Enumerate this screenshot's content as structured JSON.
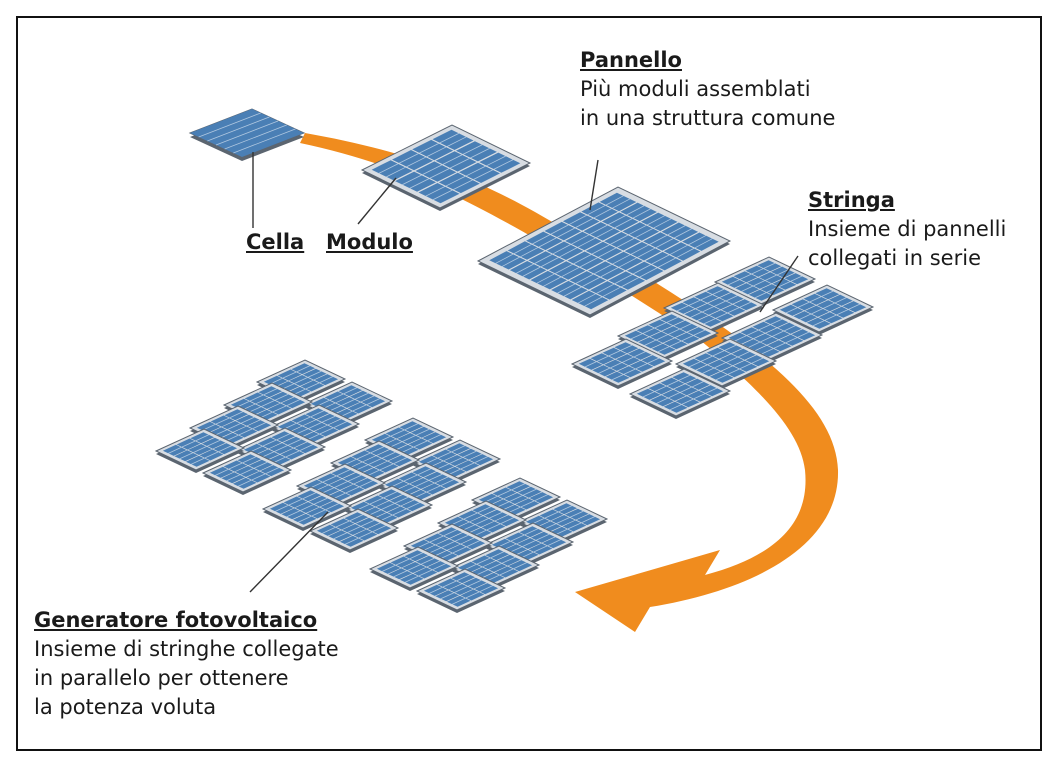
{
  "colors": {
    "arrow": "#f08c1e",
    "panel_fill": "#4a7fb5",
    "panel_frame": "#d8dde3",
    "panel_edge": "#5b6570",
    "cell_line": "#dce7f3",
    "leader_line": "#333333"
  },
  "labels": {
    "cella": {
      "title": "Cella"
    },
    "modulo": {
      "title": "Modulo"
    },
    "pannello": {
      "title": "Pannello",
      "lines": [
        "Più moduli assemblati",
        "in una struttura comune"
      ]
    },
    "stringa": {
      "title": "Stringa",
      "lines": [
        "Insieme di pannelli",
        "collegati in serie"
      ]
    },
    "generatore": {
      "title": "Generatore fotovoltaico",
      "lines": [
        "Insieme di stringhe collegate",
        "in parallelo per ottenere",
        "la potenza voluta"
      ]
    }
  }
}
